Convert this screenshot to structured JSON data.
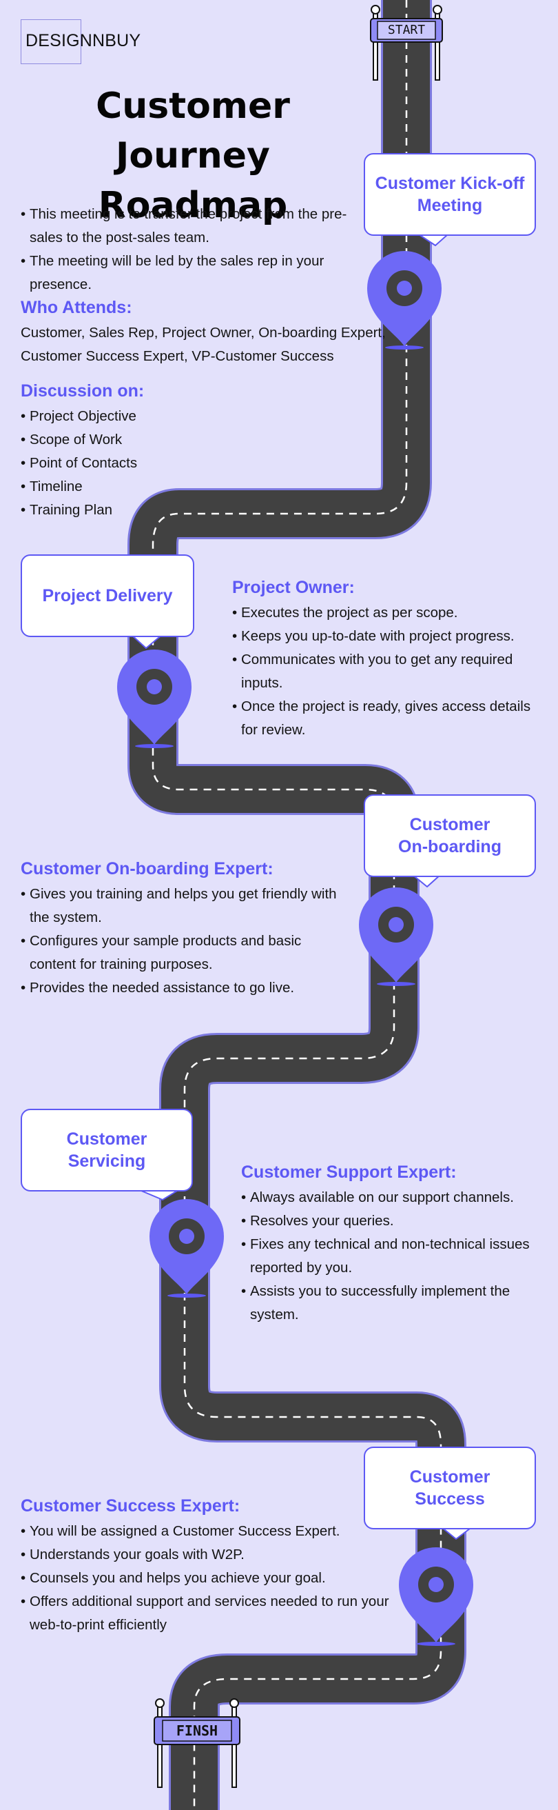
{
  "brand": {
    "logo_text": "DESIGNNBUY"
  },
  "title": {
    "line1": "Customer Journey",
    "line2": "Roadmap"
  },
  "signs": {
    "start": "START",
    "finish": "FINSH"
  },
  "stage1": {
    "bubble_line1": "Customer Kick-off",
    "bubble_line2": "Meeting",
    "intro": [
      "This meeting is to transfer the project from the pre-sales to the post-sales team.",
      "The meeting will be led by the sales rep in your presence."
    ],
    "attends_heading": "Who Attends:",
    "attends_text": "Customer, Sales Rep, Project Owner, On-boarding Expert, Customer Success Expert, VP-Customer Success",
    "discussion_heading": "Discussion on:",
    "discussion": [
      "Project Objective",
      "Scope of Work",
      "Point of Contacts",
      "Timeline",
      "Training Plan"
    ]
  },
  "stage2": {
    "bubble_line1": "Project Delivery",
    "heading": "Project Owner:",
    "points": [
      "Executes the project as per scope.",
      "Keeps you up-to-date with project progress.",
      "Communicates with you to get any required inputs.",
      "Once the project is ready, gives access details for review."
    ]
  },
  "stage3": {
    "bubble_line1": "Customer",
    "bubble_line2": "On-boarding",
    "heading": "Customer On-boarding Expert:",
    "points": [
      "Gives you training and helps you get friendly with the system.",
      "Configures your sample products and basic content for training purposes.",
      "Provides the needed assistance to go live."
    ]
  },
  "stage4": {
    "bubble_line1": "Customer",
    "bubble_line2": "Servicing",
    "heading": "Customer Support Expert:",
    "points": [
      "Always available on our support channels.",
      "Resolves your queries.",
      "Fixes any technical and non-technical issues reported by you.",
      "Assists you to successfully implement the system."
    ]
  },
  "stage5": {
    "bubble_line1": "Customer",
    "bubble_line2": "Success",
    "heading": "Customer Success Expert:",
    "points": [
      "You will be assigned a Customer Success Expert.",
      "Understands your goals with W2P.",
      "Counsels you and helps you achieve your goal.",
      "Offers additional support and services needed to run your web-to-print efficiently"
    ]
  },
  "colors": {
    "background": "#e3e1fb",
    "accent": "#5d58f4",
    "road": "#414141",
    "pin": "#6e69f6"
  }
}
